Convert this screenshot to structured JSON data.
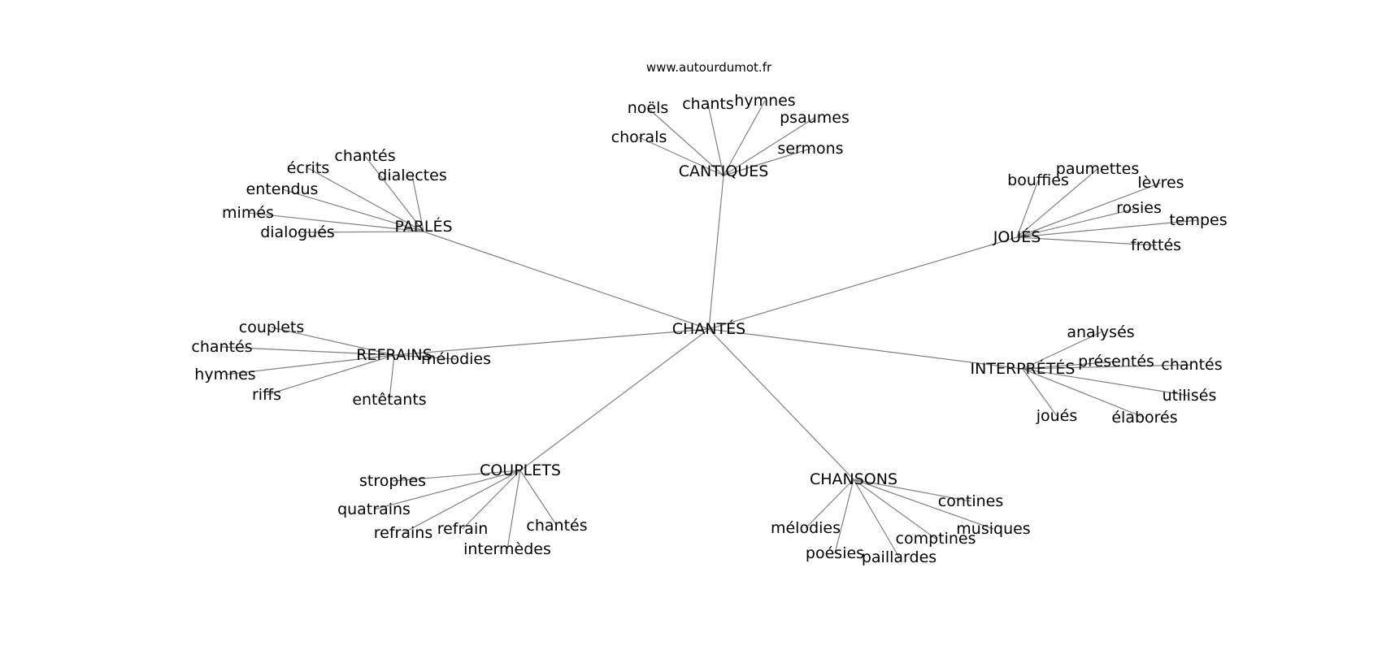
{
  "source": "www.autourdumot.fr",
  "center": "CHANTÉS",
  "groups": [
    {
      "label": "CANTIQUES",
      "leaves": [
        "noëls",
        "chants",
        "hymnes",
        "psaumes",
        "chorals",
        "sermons"
      ]
    },
    {
      "label": "PARLÉS",
      "leaves": [
        "chantés",
        "écrits",
        "dialectes",
        "entendus",
        "mimés",
        "dialogués"
      ]
    },
    {
      "label": "JOUÉS",
      "leaves": [
        "bouffies",
        "paumettes",
        "lèvres",
        "rosies",
        "tempes",
        "frottés"
      ]
    },
    {
      "label": "REFRAINS",
      "leaves": [
        "couplets",
        "chantés",
        "mélodies",
        "hymnes",
        "riffs",
        "entêtants"
      ]
    },
    {
      "label": "INTERPRÉTÉS",
      "leaves": [
        "analysés",
        "présentés",
        "chantés",
        "utilisés",
        "joués",
        "élaborés"
      ]
    },
    {
      "label": "COUPLETS",
      "leaves": [
        "strophes",
        "quatrains",
        "refrains",
        "refrain",
        "chantés",
        "intermèdes"
      ]
    },
    {
      "label": "CHANSONS",
      "leaves": [
        "contines",
        "mélodies",
        "comptines",
        "musiques",
        "poésies",
        "paillardes"
      ]
    }
  ]
}
